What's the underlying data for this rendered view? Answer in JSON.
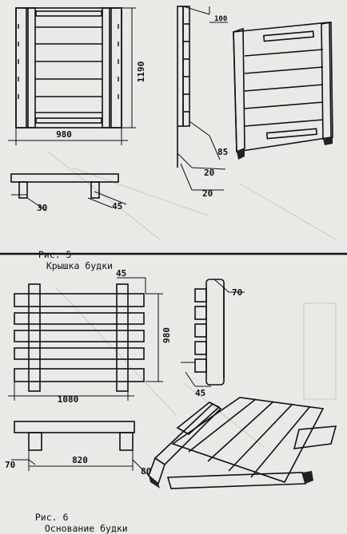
{
  "figure5": {
    "caption_number": "Рис. 5",
    "caption_title": "Крышка будки",
    "dims": {
      "width": "980",
      "height": "1190",
      "top_offset": "100",
      "side_85": "85",
      "side_20_a": "20",
      "side_20_b": "20",
      "bottom_30": "30",
      "bottom_45": "45"
    }
  },
  "figure6": {
    "caption_number": "Рис. 6",
    "caption_title": "Основание будки",
    "dims": {
      "width": "1080",
      "height": "980",
      "top_45": "45",
      "side_70": "70",
      "side_45": "45",
      "bottom_820": "820",
      "bottom_70": "70",
      "bottom_80": "80"
    }
  },
  "colors": {
    "paper": "#e9e9e6",
    "ink": "#111111"
  }
}
